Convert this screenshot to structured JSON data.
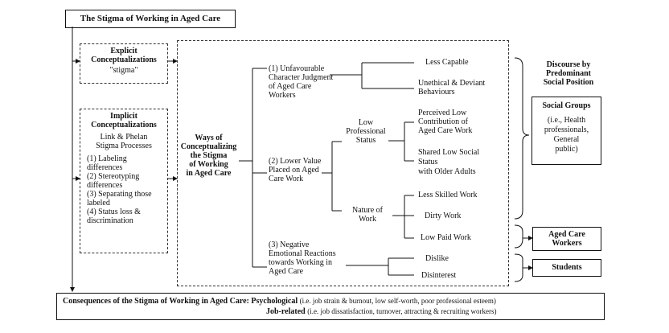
{
  "title": "The Stigma of Working in Aged Care",
  "explicit": {
    "heading_1": "Explicit",
    "heading_2": "Conceptualizations",
    "sub": "\"stigma\""
  },
  "implicit": {
    "heading_1": "Implicit",
    "heading_2": "Conceptualizations",
    "sub_1": "Link & Phelan",
    "sub_2": "Stigma Processes",
    "items": [
      "(1) Labeling",
      "differences",
      "(2) Stereotyping",
      "differences",
      "(3) Separating those",
      "labeled",
      "(4) Status loss &",
      "discrimination"
    ]
  },
  "ways": [
    "Ways of",
    "Conceptualizing",
    "the Stigma",
    "of Working",
    "in Aged Care"
  ],
  "branch1": [
    "(1) Unfavourable",
    "Character Judgment",
    "of Aged Care",
    "Workers"
  ],
  "branch2": [
    "(2) Lower Value",
    "Placed on Aged",
    "Care Work"
  ],
  "branch3": [
    "(3) Negative",
    "Emotional Reactions",
    "towards Working in",
    "Aged Care"
  ],
  "low_prof": [
    "Low",
    "Professional",
    "Status"
  ],
  "nature": [
    "Nature of",
    "Work"
  ],
  "leaves": {
    "less_capable": "Less Capable",
    "unethical": [
      "Unethical & Deviant",
      "Behaviours"
    ],
    "perceived": [
      "Perceived Low",
      "Contribution of",
      "Aged Care Work"
    ],
    "shared": [
      "Shared Low Social",
      "Status",
      "with Older Adults"
    ],
    "less_skilled": "Less Skilled Work",
    "dirty": "Dirty Work",
    "low_paid": "Low Paid Work",
    "dislike": "Dislike",
    "disinterest": "Disinterest"
  },
  "discourse": [
    "Discourse by",
    "Predominant",
    "Social Position"
  ],
  "social_groups": {
    "title": "Social Groups",
    "lines": [
      "(i.e., Health",
      "professionals,",
      "General",
      "public)"
    ]
  },
  "aged_care_workers": [
    "Aged Care",
    "Workers"
  ],
  "students": "Students",
  "consequences": {
    "lead": "Consequences of the Stigma of Working in Aged Care:",
    "psych": "Psychological",
    "psych_detail": "(i.e. job strain & burnout, low self-worth, poor professional esteem)",
    "job": "Job-related",
    "job_detail": "(i.e. job dissatisfaction, turnover, attracting & recruiting workers)"
  }
}
